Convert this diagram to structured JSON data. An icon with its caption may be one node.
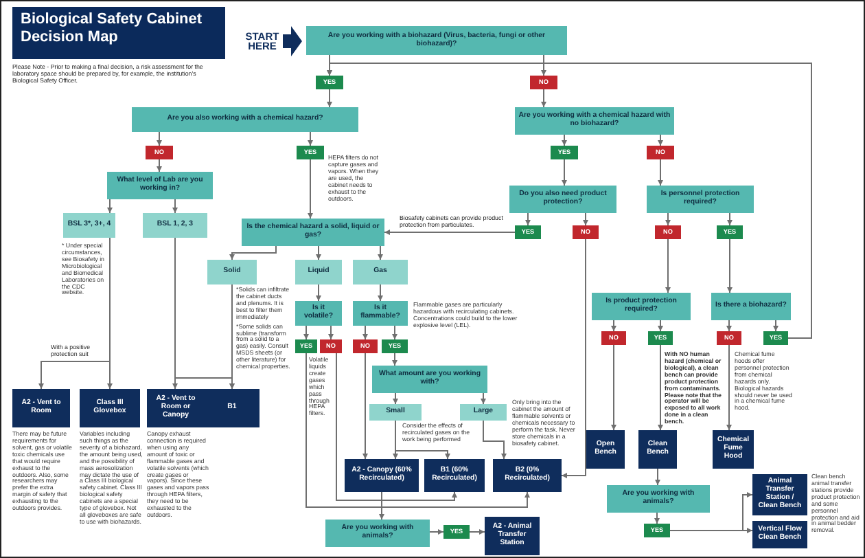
{
  "diagram": {
    "title": "Biological Safety Cabinet Decision Map",
    "nodes": [
      {
        "text": [
          "START HERE"
        ]
      },
      {
        "text": [
          "Are you working with a biohazard (Virus, bacteria, fungi or other biohazard)?"
        ]
      },
      {
        "text": [
          "YES"
        ]
      },
      {
        "text": [
          "NO"
        ]
      },
      {
        "text": [
          "Are you also working with a chemical hazard?"
        ]
      },
      {
        "text": [
          "Are you working with a chemical hazard with no biohazard?"
        ]
      },
      {
        "text": [
          "NO"
        ]
      },
      {
        "text": [
          "YES"
        ],
        "beside": [
          "HEPA filters do not capture gases and vapors. When they are used, the cabinet needs to exhaust to the outdoors."
        ]
      },
      {
        "text": [
          "YES"
        ]
      },
      {
        "text": [
          "NO"
        ]
      },
      {
        "text": [
          "What level of Lab are you working in?"
        ]
      },
      {
        "text": [
          "Do you also need product protection?"
        ]
      },
      {
        "text": [
          "Is personnel protection required?"
        ]
      },
      {
        "text": [
          "BSL 3*, 3+, 4"
        ],
        "beside": [
          "* Under special circumstances, see Biosafety in Microbiological and Biomedical Laboratories on the CDC website."
        ]
      },
      {
        "text": [
          "BSL 1, 2, 3"
        ]
      },
      {
        "text": [
          "Is the chemical hazard a solid, liquid or gas?"
        ]
      },
      {
        "text": [
          "YES"
        ]
      },
      {
        "text": [
          "NO"
        ]
      },
      {
        "text": [
          "NO"
        ]
      },
      {
        "text": [
          "YES"
        ]
      },
      {
        "text": [
          "Solid"
        ],
        "beside": [
          "*Solids can infiltrate the cabinet ducts and plenums. It is best to filter them immediately",
          "*Some solids can sublime (transform from a solid to a gas) easily. Consult MSDS sheets (or other literature) for chemical properties."
        ]
      },
      {
        "text": [
          "Liquid"
        ]
      },
      {
        "text": [
          "Gas"
        ]
      },
      {
        "text": [
          "Is it volatile?"
        ]
      },
      {
        "text": [
          "Is it flammable?"
        ],
        "beside": [
          "Flammable gases are particularly hazardous with recirculating cabinets. Concentrations could build to the lower explosive level (LEL)."
        ]
      },
      {
        "text": [
          "YES"
        ],
        "beside": [
          "Volatile liquids create gases which pass through HEPA filters."
        ]
      },
      {
        "text": [
          "NO"
        ]
      },
      {
        "text": [
          "NO"
        ]
      },
      {
        "text": [
          "YES"
        ]
      },
      {
        "text": [
          "Is product protection required?"
        ]
      },
      {
        "text": [
          "Is there a biohazard?"
        ]
      },
      {
        "text": [
          "NO"
        ]
      },
      {
        "text": [
          "YES"
        ],
        "beside": [
          "With NO human hazard (chemical or biological), a clean bench can provide product protection from contaminants. Please note that the operator will be exposed to all work done in a clean bench."
        ]
      },
      {
        "text": [
          "NO"
        ],
        "beside": [
          "Chemical fume hoods offer personnel protection from chemical hazards only. Biological hazards should never be used in a chemical fume hood."
        ]
      },
      {
        "text": [
          "YES"
        ]
      },
      {
        "text": [
          "What amount are you working with?"
        ]
      },
      {
        "text": [
          "Small"
        ],
        "beside": [
          "Consider the effects of recirculated gases on the work being performed"
        ]
      },
      {
        "text": [
          "Large"
        ],
        "beside": [
          "Only bring into the cabinet the amount of flammable solvents or chemicals necessary to perform the task. Never store chemicals in a biosafety cabinet."
        ]
      },
      {
        "text": [
          "A2 - Vent to Room"
        ],
        "beside": [
          "There may be future requirements for solvent, gas or volatile toxic chemicals use that would require exhaust to the outdoors. Also, some researchers may prefer the extra margin of safety that exhausting to the outdoors provides."
        ]
      },
      {
        "text": [
          "Class III Glovebox"
        ],
        "beside": [
          "Variables including such things as the severity of a biohazard, the amount being used, and the possibility of mass aerosolization may dictate the use of a Class III biological safety cabinet. Class III biological safety cabinets are a special type of glovebox. Not all gloveboxes are safe to use with biohazards."
        ]
      },
      {
        "text": [
          "A2 - Vent to Room or Canopy"
        ],
        "beside": [
          "Canopy exhaust connection is required when using any amount of toxic or flammable gases and volatile solvents (which create gases or vapors). Since these gases and vapors pass through HEPA filters, they need to be exhausted to the outdoors."
        ]
      },
      {
        "text": [
          "B1"
        ]
      },
      {
        "text": [
          "Open Bench"
        ]
      },
      {
        "text": [
          "Clean Bench"
        ]
      },
      {
        "text": [
          "Chemical Fume Hood"
        ]
      },
      {
        "text": [
          "A2 - Canopy (60% Recirculated)"
        ]
      },
      {
        "text": [
          "B1 (60% Recirculated)"
        ]
      },
      {
        "text": [
          "B2 (0% Recirculated)"
        ]
      },
      {
        "text": [
          "Are you working with animals?"
        ]
      },
      {
        "text": [
          "YES"
        ]
      },
      {
        "text": [
          "A2 - Animal Transfer Station"
        ]
      },
      {
        "text": [
          "Are you working with animals?"
        ]
      },
      {
        "text": [
          "YES"
        ]
      },
      {
        "text": [
          "Animal Transfer Station / Clean Bench"
        ],
        "beside": [
          "Clean bench animal transfer stations provide product protection and some personnel protection and aid in animal bedder removal."
        ]
      },
      {
        "text": [
          "Vertical Flow Clean Bench"
        ]
      }
    ],
    "edges": [
      {
        "from": 1,
        "to": 2,
        "arrow": "to"
      },
      {
        "from": 2,
        "to": 4,
        "arrow": "to"
      },
      {
        "from": 1,
        "to": 3,
        "arrow": "to"
      },
      {
        "from": 3,
        "to": 5,
        "arrow": "to"
      },
      {
        "from": 4,
        "to": 6,
        "arrow": "to"
      },
      {
        "from": 4,
        "to": 7,
        "arrow": "to"
      },
      {
        "from": 6,
        "to": 10,
        "arrow": "to"
      },
      {
        "from": 7,
        "to": 15,
        "arrow": "to"
      },
      {
        "from": 5,
        "to": 8,
        "arrow": "to"
      },
      {
        "from": 5,
        "to": 9,
        "arrow": "to"
      },
      {
        "from": 8,
        "to": 11,
        "arrow": "to"
      },
      {
        "from": 9,
        "to": 12,
        "arrow": "to"
      },
      {
        "from": 10,
        "to": 13,
        "arrow": "to"
      },
      {
        "from": 10,
        "to": 14,
        "arrow": "to"
      },
      {
        "from": 13,
        "to": 38,
        "arrow": "to"
      },
      {
        "from": 13,
        "to": 39,
        "arrow": "to"
      },
      {
        "from": 14,
        "to": 40,
        "arrow": "to"
      },
      {
        "from": 14,
        "to": 41,
        "arrow": "to"
      },
      {
        "from": 11,
        "to": 16,
        "arrow": "to"
      },
      {
        "from": 11,
        "to": 17,
        "arrow": "to"
      },
      {
        "from": 12,
        "to": 18,
        "arrow": "to"
      },
      {
        "from": 12,
        "to": 19,
        "arrow": "to"
      },
      {
        "from": 16,
        "to": 15,
        "arrow": "to"
      },
      {
        "from": 15,
        "to": 20,
        "arrow": "to"
      },
      {
        "from": 15,
        "to": 21,
        "arrow": "to"
      },
      {
        "from": 15,
        "to": 22,
        "arrow": "to"
      },
      {
        "from": 20,
        "to": 41,
        "arrow": "to"
      },
      {
        "from": 21,
        "to": 23,
        "arrow": "to"
      },
      {
        "from": 22,
        "to": 24,
        "arrow": "to"
      },
      {
        "from": 23,
        "to": 25,
        "arrow": "to"
      },
      {
        "from": 23,
        "to": 26,
        "arrow": "to"
      },
      {
        "from": 24,
        "to": 27,
        "arrow": "to"
      },
      {
        "from": 24,
        "to": 28,
        "arrow": "to"
      },
      {
        "from": 25,
        "to": 47,
        "arrow": "to"
      },
      {
        "from": 26,
        "to": 46,
        "arrow": "to"
      },
      {
        "from": 27,
        "to": 45,
        "arrow": "to"
      },
      {
        "from": 28,
        "to": 35,
        "arrow": "to"
      },
      {
        "from": 35,
        "to": 36,
        "arrow": "to"
      },
      {
        "from": 35,
        "to": 37,
        "arrow": "to"
      },
      {
        "from": 36,
        "to": 45,
        "arrow": "to"
      },
      {
        "from": 36,
        "to": 46,
        "arrow": "to"
      },
      {
        "from": 37,
        "to": 47,
        "arrow": "to"
      },
      {
        "from": 17,
        "to": 47,
        "arrow": "to"
      },
      {
        "from": 18,
        "to": 29,
        "arrow": "to"
      },
      {
        "from": 19,
        "to": 30,
        "arrow": "to"
      },
      {
        "from": 29,
        "to": 31,
        "arrow": "to"
      },
      {
        "from": 29,
        "to": 32,
        "arrow": "to"
      },
      {
        "from": 30,
        "to": 33,
        "arrow": "to"
      },
      {
        "from": 30,
        "to": 34,
        "arrow": "to"
      },
      {
        "from": 31,
        "to": 42,
        "arrow": "to"
      },
      {
        "from": 32,
        "to": 43,
        "arrow": "to"
      },
      {
        "from": 33,
        "to": 44,
        "arrow": "to"
      },
      {
        "from": 34,
        "to": 2,
        "arrow": "to"
      },
      {
        "from": 45,
        "to": 48,
        "arrow": "to"
      },
      {
        "from": 48,
        "to": 49,
        "arrow": "to"
      },
      {
        "from": 49,
        "to": 50,
        "arrow": "to"
      },
      {
        "from": 43,
        "to": 51,
        "arrow": "to"
      },
      {
        "from": 51,
        "to": 52,
        "arrow": "to"
      },
      {
        "from": 52,
        "to": 53,
        "arrow": "to"
      },
      {
        "from": 52,
        "to": 54,
        "arrow": "to"
      }
    ],
    "labels": [
      "Please Note - Prior to making a final decision, a risk assessment for the laboratory space should be prepared by, for example, the institution's Biological Safety Officer.",
      "Biosafety cabinets can provide product protection from particulates.",
      "With a positive protection suit"
    ]
  }
}
